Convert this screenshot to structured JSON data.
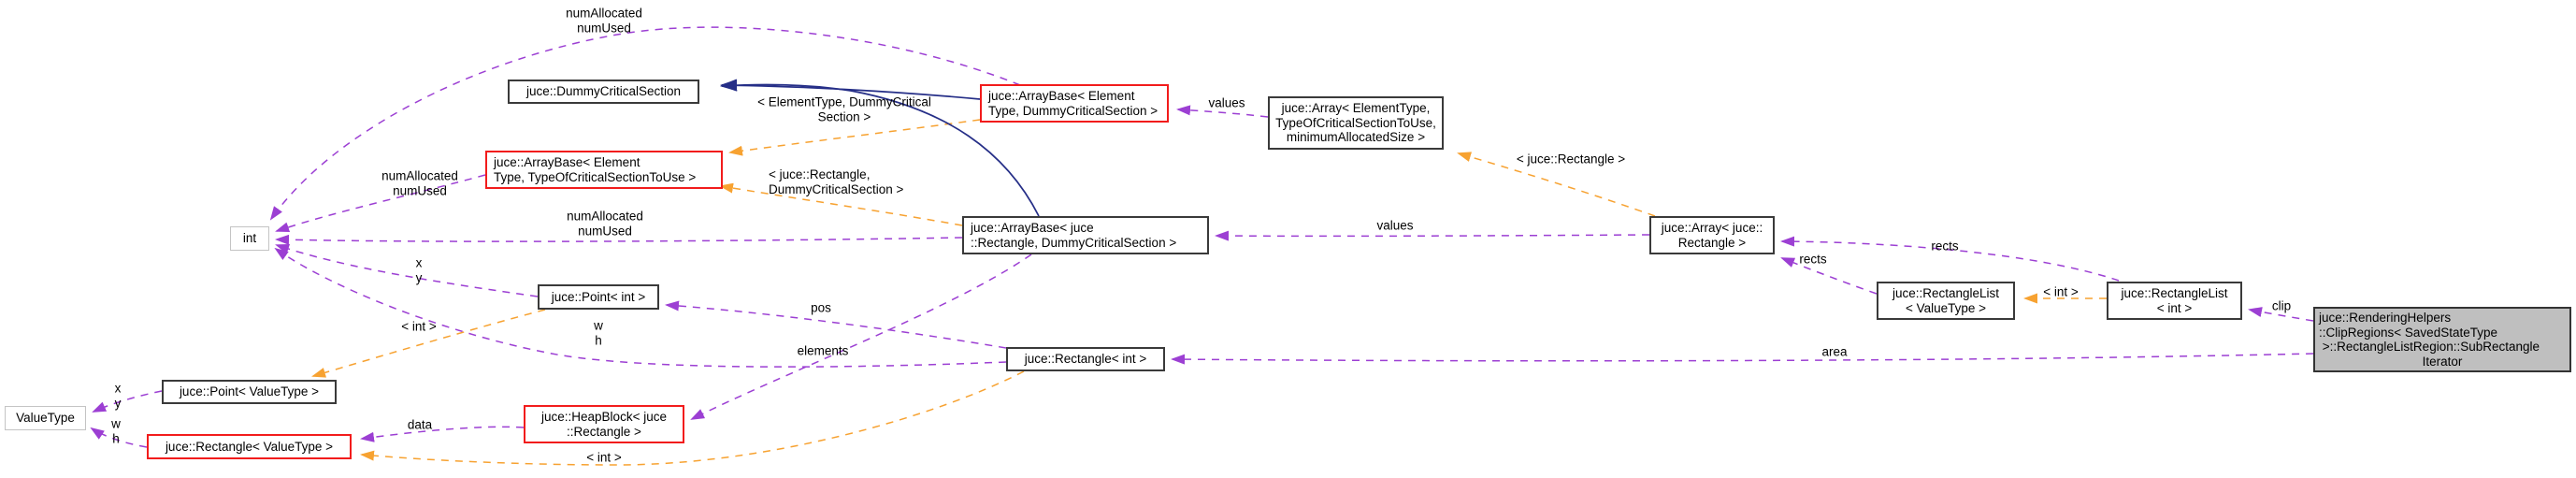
{
  "diagram": {
    "kind": "collaboration-graph",
    "colors": {
      "usage_edge": "#9C3FD3",
      "template_edge": "#F7A231",
      "inheritance_edge": "#252E87",
      "main_node_fill": "#BFBFBF",
      "truncated_node_border": "#F21C1C",
      "external_node_border": "#C4C4C4",
      "node_border": "#3A3A3A"
    },
    "nodes": {
      "int_type": {
        "label": "int"
      },
      "dummy_critical_section": {
        "label": "juce::DummyCriticalSection"
      },
      "arraybase_elem_dummy": {
        "label": "juce::ArrayBase< Element\nType, DummyCriticalSection >"
      },
      "array_elem": {
        "label": "juce::Array< ElementType,\nTypeOfCriticalSectionToUse,\nminimumAllocatedSize >"
      },
      "arraybase_elem_tocs": {
        "label": "juce::ArrayBase< Element\nType, TypeOfCriticalSectionToUse >"
      },
      "arraybase_rect_dummy": {
        "label": "juce::ArrayBase< juce\n::Rectangle, DummyCriticalSection >"
      },
      "array_rect": {
        "label": "juce::Array< juce::\nRectangle >"
      },
      "rectanglelist_valuetype": {
        "label": "juce::RectangleList\n< ValueType >"
      },
      "rectanglelist_int": {
        "label": "juce::RectangleList\n< int >"
      },
      "subrect_iterator": {
        "label_lines": {
          "0": "juce::RenderingHelpers",
          "1": "::ClipRegions< SavedStateType",
          "2": " >::RectangleListRegion::SubRectangle",
          "3": "Iterator"
        }
      },
      "point_int": {
        "label": "juce::Point< int >"
      },
      "point_valuetype": {
        "label": "juce::Point< ValueType >"
      },
      "valuetype": {
        "label": "ValueType"
      },
      "rect_valuetype": {
        "label": "juce::Rectangle< ValueType >"
      },
      "heapblock_rect": {
        "label": "juce::HeapBlock< juce\n::Rectangle >"
      },
      "rect_int": {
        "label": "juce::Rectangle< int >"
      }
    },
    "edge_labels": {
      "num_top": "numAllocated\nnumUsed",
      "num_left": "numAllocated\nnumUsed",
      "num_mid": "numAllocated\nnumUsed",
      "tmpl_elemtype_dummy": "< ElementType, DummyCritical\nSection >",
      "tmpl_rect_dummy": "< juce::Rectangle,\nDummyCriticalSection >",
      "tmpl_juce_rectangle": "< juce::Rectangle >",
      "tmpl_int_rlist": "< int >",
      "tmpl_int_point": "< int >",
      "tmpl_int_rect": "< int >",
      "values_top": "values",
      "values_mid": "values",
      "rects_a": "rects",
      "rects_b": "rects",
      "clip": "clip",
      "area": "area",
      "pos": "pos",
      "elements": "elements",
      "data": "data",
      "xy_a": "x\ny",
      "xy_b": "x\ny",
      "wh_a": "w\nh",
      "wh_b": "w\nh"
    }
  }
}
